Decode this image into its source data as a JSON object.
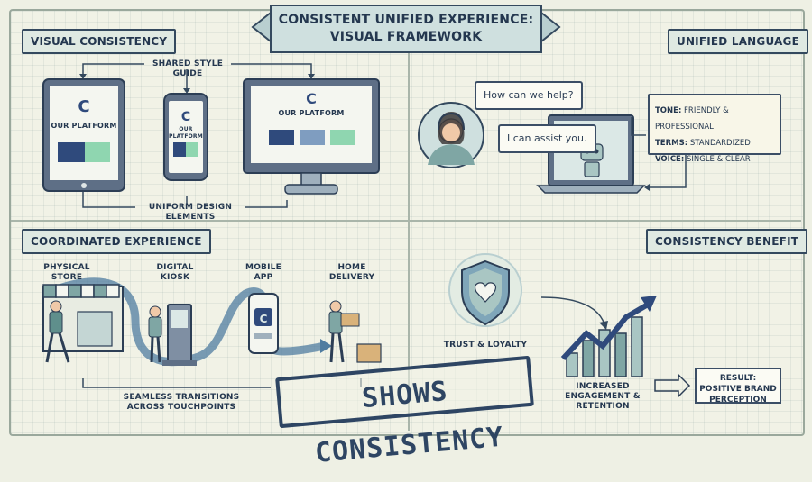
{
  "banner": {
    "line1": "CONSISTENT UNIFIED EXPERIENCE:",
    "line2": "VISUAL FRAMEWORK"
  },
  "visual_consistency": {
    "tag": "VISUAL CONSISTENCY",
    "shared_style_guide": "SHARED STYLE GUIDE",
    "uniform_design_elements": "UNIFORM DESIGN ELEMENTS",
    "tablet_label": "OUR PLATFORM",
    "phone_label": "OUR PLATFORM",
    "monitor_label": "OUR PLATFORM",
    "swatch_colors": [
      "#2f4a7c",
      "#7f9dc0",
      "#8fd6b0"
    ]
  },
  "unified_language": {
    "tag": "UNIFIED LANGUAGE",
    "bubble_question": "How can we help?",
    "bubble_answer": "I can assist you.",
    "tone_key": "TONE:",
    "tone_value": "FRIENDLY & PROFESSIONAL",
    "terms_key": "TERMS:",
    "terms_value": "STANDARDIZED",
    "voice_key": "VOICE:",
    "voice_value": "SINGLE & CLEAR"
  },
  "coordinated_experience": {
    "tag": "COORDINATED EXPERIENCE",
    "touchpoints": [
      {
        "line1": "PHYSICAL",
        "line2": "STORE"
      },
      {
        "line1": "DIGITAL",
        "line2": "KIOSK"
      },
      {
        "line1": "MOBILE",
        "line2": "APP"
      },
      {
        "line1": "HOME",
        "line2": "DELIVERY"
      }
    ],
    "caption_line1": "SEAMLESS TRANSITIONS",
    "caption_line2": "ACROSS TOUCHPOINTS"
  },
  "consistency_benefit": {
    "tag": "CONSISTENCY BENEFIT",
    "trust": "TRUST & LOYALTY",
    "engagement_line1": "INCREASED",
    "engagement_line2": "ENGAGEMENT &",
    "engagement_line3": "RETENTION",
    "result_line1": "RESULT:",
    "result_line2": "POSITIVE BRAND",
    "result_line3": "PERCEPTION"
  },
  "stamp": "SHOWS CONSISTENCY",
  "colors": {
    "navy": "#24374f",
    "accent_green": "#8fd6b0",
    "mid_blue": "#7f9dc0",
    "paper": "#f1f2e6"
  }
}
